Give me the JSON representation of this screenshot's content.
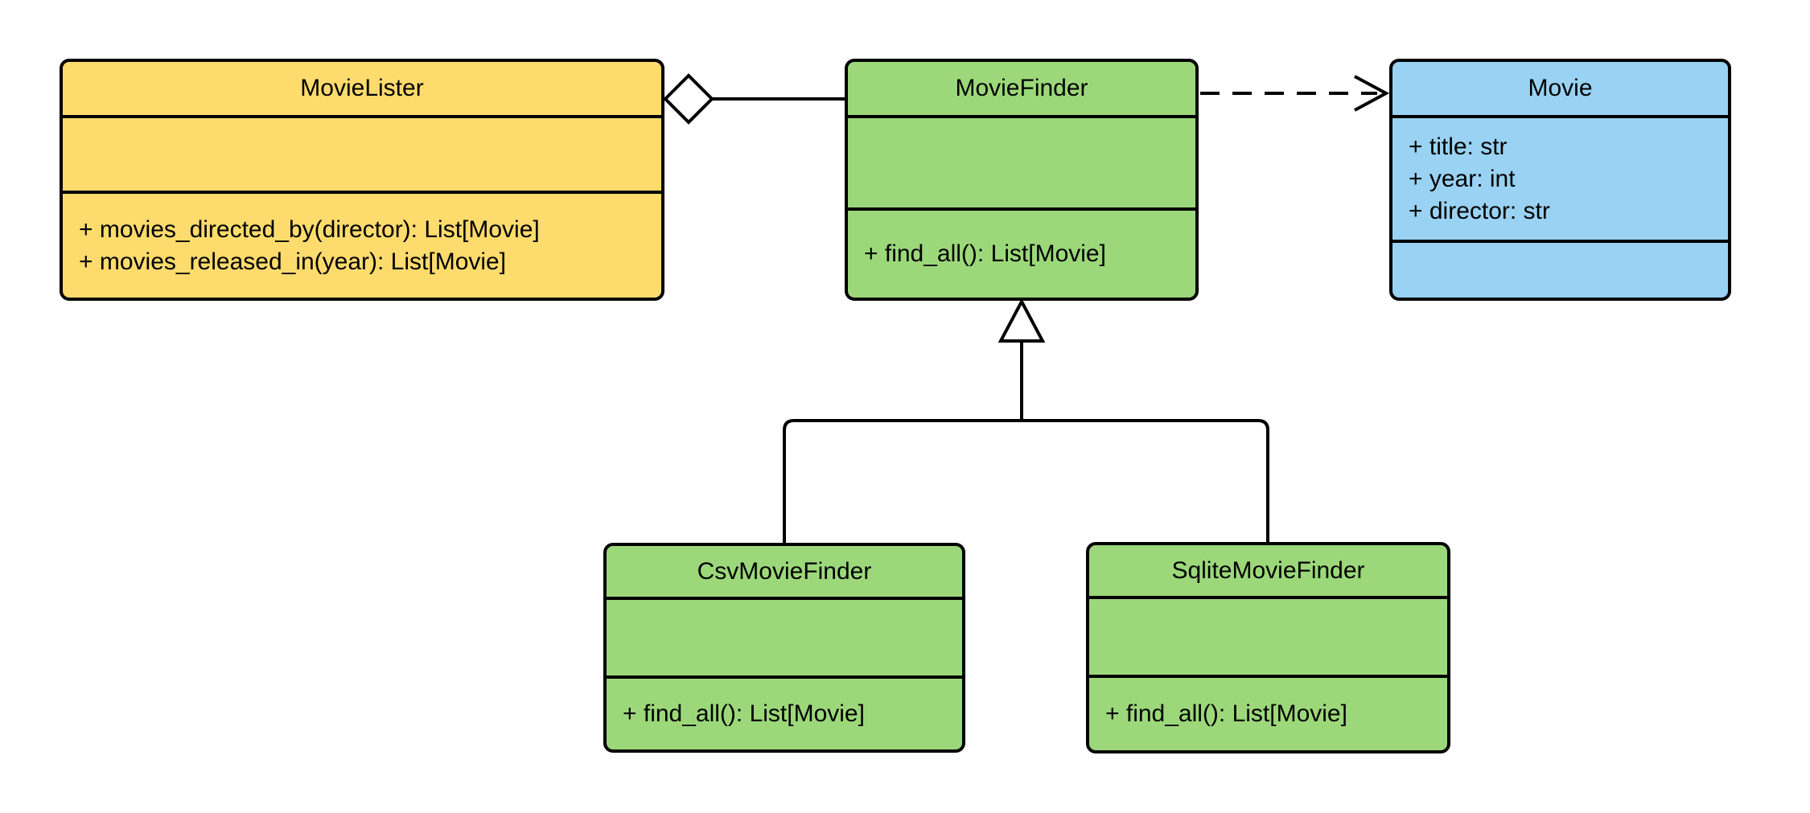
{
  "diagram": {
    "type": "uml-class-diagram",
    "classes": [
      {
        "name": "MovieLister",
        "fill": "yellow",
        "attributes": [],
        "methods": [
          "+ movies_directed_by(director): List[Movie]",
          "+ movies_released_in(year): List[Movie]"
        ]
      },
      {
        "name": "MovieFinder",
        "fill": "green",
        "attributes": [],
        "methods": [
          "+ find_all(): List[Movie]"
        ]
      },
      {
        "name": "Movie",
        "fill": "blue",
        "attributes": [
          "+ title: str",
          "+ year: int",
          "+ director: str"
        ],
        "methods": []
      },
      {
        "name": "CsvMovieFinder",
        "fill": "green",
        "attributes": [],
        "methods": [
          "+ find_all(): List[Movie]"
        ]
      },
      {
        "name": "SqliteMovieFinder",
        "fill": "green",
        "attributes": [],
        "methods": [
          "+ find_all(): List[Movie]"
        ]
      }
    ],
    "relationships": [
      {
        "type": "aggregation",
        "from": "MovieLister",
        "to": "MovieFinder",
        "marker": "hollow-diamond",
        "line": "solid"
      },
      {
        "type": "dependency",
        "from": "MovieFinder",
        "to": "Movie",
        "marker": "open-arrow",
        "line": "dashed"
      },
      {
        "type": "inheritance",
        "from": "CsvMovieFinder",
        "to": "MovieFinder",
        "marker": "hollow-triangle",
        "line": "solid"
      },
      {
        "type": "inheritance",
        "from": "SqliteMovieFinder",
        "to": "MovieFinder",
        "marker": "hollow-triangle",
        "line": "solid"
      }
    ]
  },
  "colors": {
    "class_yellow": "#FDDB6D",
    "class_green": "#9CD87A",
    "class_blue": "#99D2F2",
    "stroke": "#000000",
    "canvas_bg": "#FFFFFF"
  }
}
